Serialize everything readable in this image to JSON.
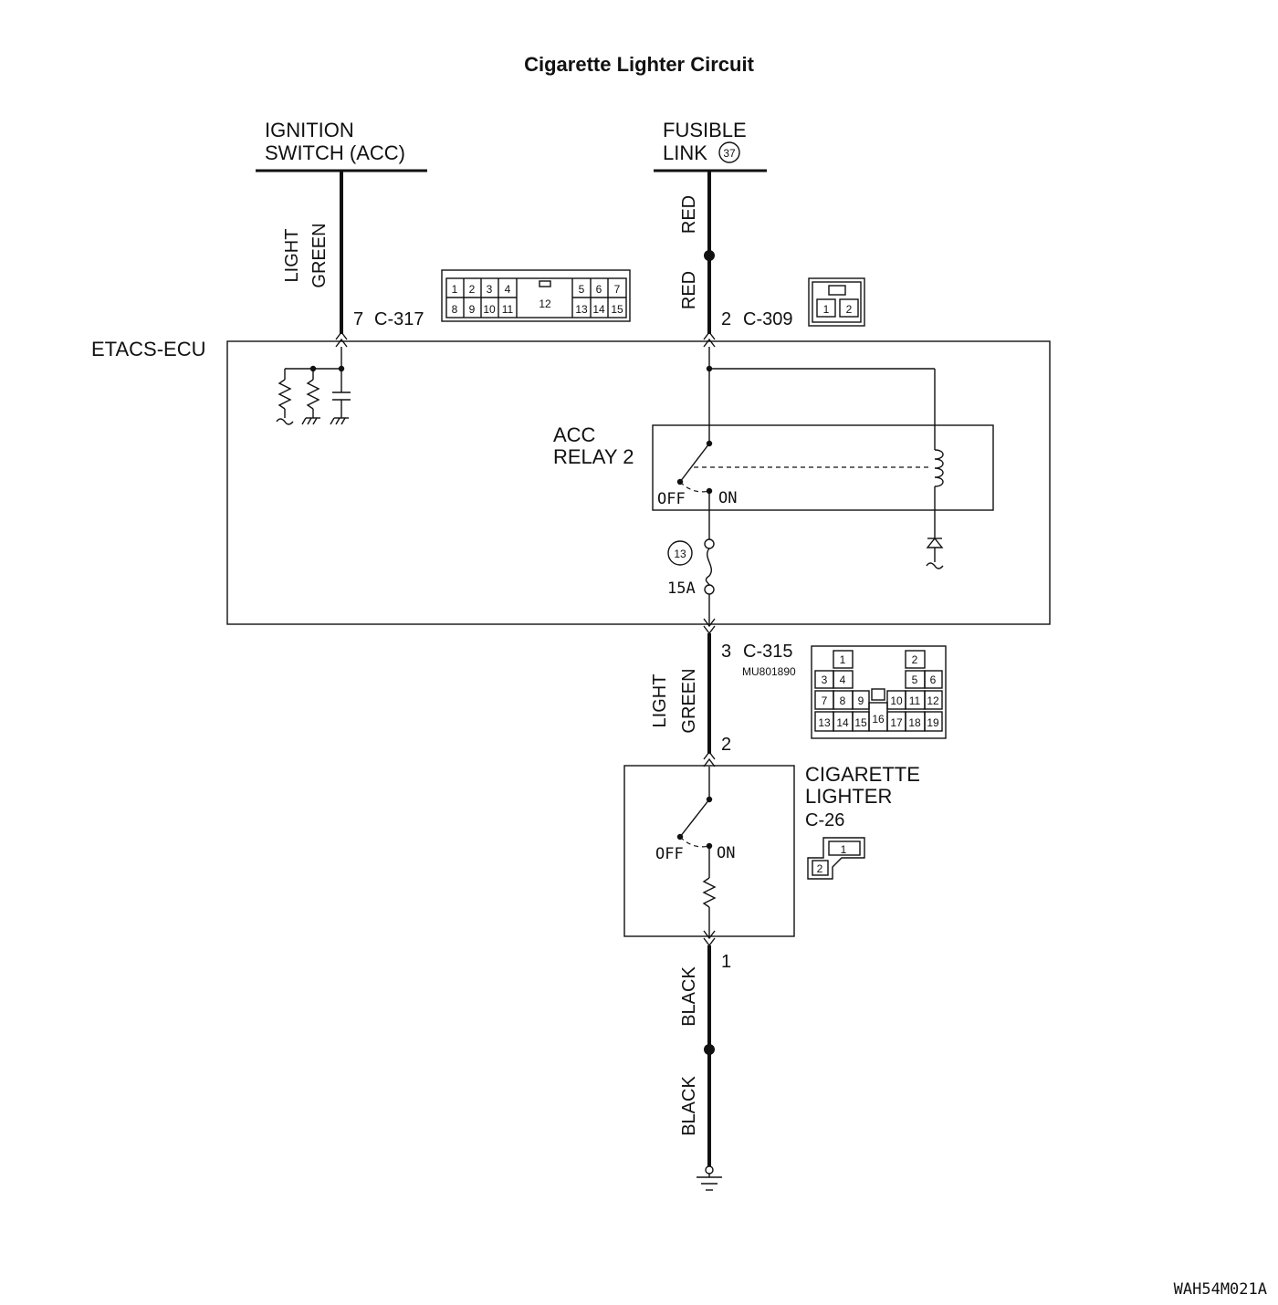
{
  "title": "Cigarette Lighter Circuit",
  "sources": {
    "ignition": {
      "line1": "IGNITION",
      "line2": "SWITCH (ACC)"
    },
    "fusible": {
      "line1": "FUSIBLE",
      "line2": "LINK",
      "number": "37"
    }
  },
  "wires": {
    "ign_color_1": "LIGHT",
    "ign_color_2": "GREEN",
    "fus_color_top": "RED",
    "fus_color_bottom": "RED",
    "out_color_1": "LIGHT",
    "out_color_2": "GREEN",
    "gnd_color_top": "BLACK",
    "gnd_color_bottom": "BLACK"
  },
  "connectors": {
    "c317": {
      "pin": "7",
      "name": "C-317",
      "top_pins": [
        "1",
        "2",
        "3",
        "4",
        "5",
        "6",
        "7"
      ],
      "bottom_pins": [
        "8",
        "9",
        "10",
        "11",
        "13",
        "14",
        "15"
      ],
      "center_pin": "12"
    },
    "c309": {
      "pin": "2",
      "name": "C-309",
      "pins": [
        "1",
        "2"
      ]
    },
    "c315": {
      "pin": "3",
      "name": "C-315",
      "part_number": "MU801890",
      "row1": [
        "1",
        "2"
      ],
      "row2": [
        "3",
        "4",
        "5",
        "6"
      ],
      "row3": [
        "7",
        "8",
        "9",
        "10",
        "11",
        "12"
      ],
      "row4": [
        "13",
        "14",
        "15",
        "16",
        "17",
        "18",
        "19"
      ]
    },
    "lighter_in_pin": "2",
    "lighter_out_pin": "1",
    "c26": {
      "pins": [
        "1",
        "2"
      ]
    }
  },
  "ecu": {
    "name": "ETACS-ECU",
    "relay_line1": "ACC",
    "relay_line2": "RELAY 2",
    "relay_off": "OFF",
    "relay_on": "ON",
    "fuse_number": "13",
    "fuse_rating": "15A"
  },
  "lighter": {
    "line1": "CIGARETTE",
    "line2": "LIGHTER",
    "connector": "C-26",
    "off": "OFF",
    "on": "ON"
  },
  "figure_code": "WAH54M021A"
}
